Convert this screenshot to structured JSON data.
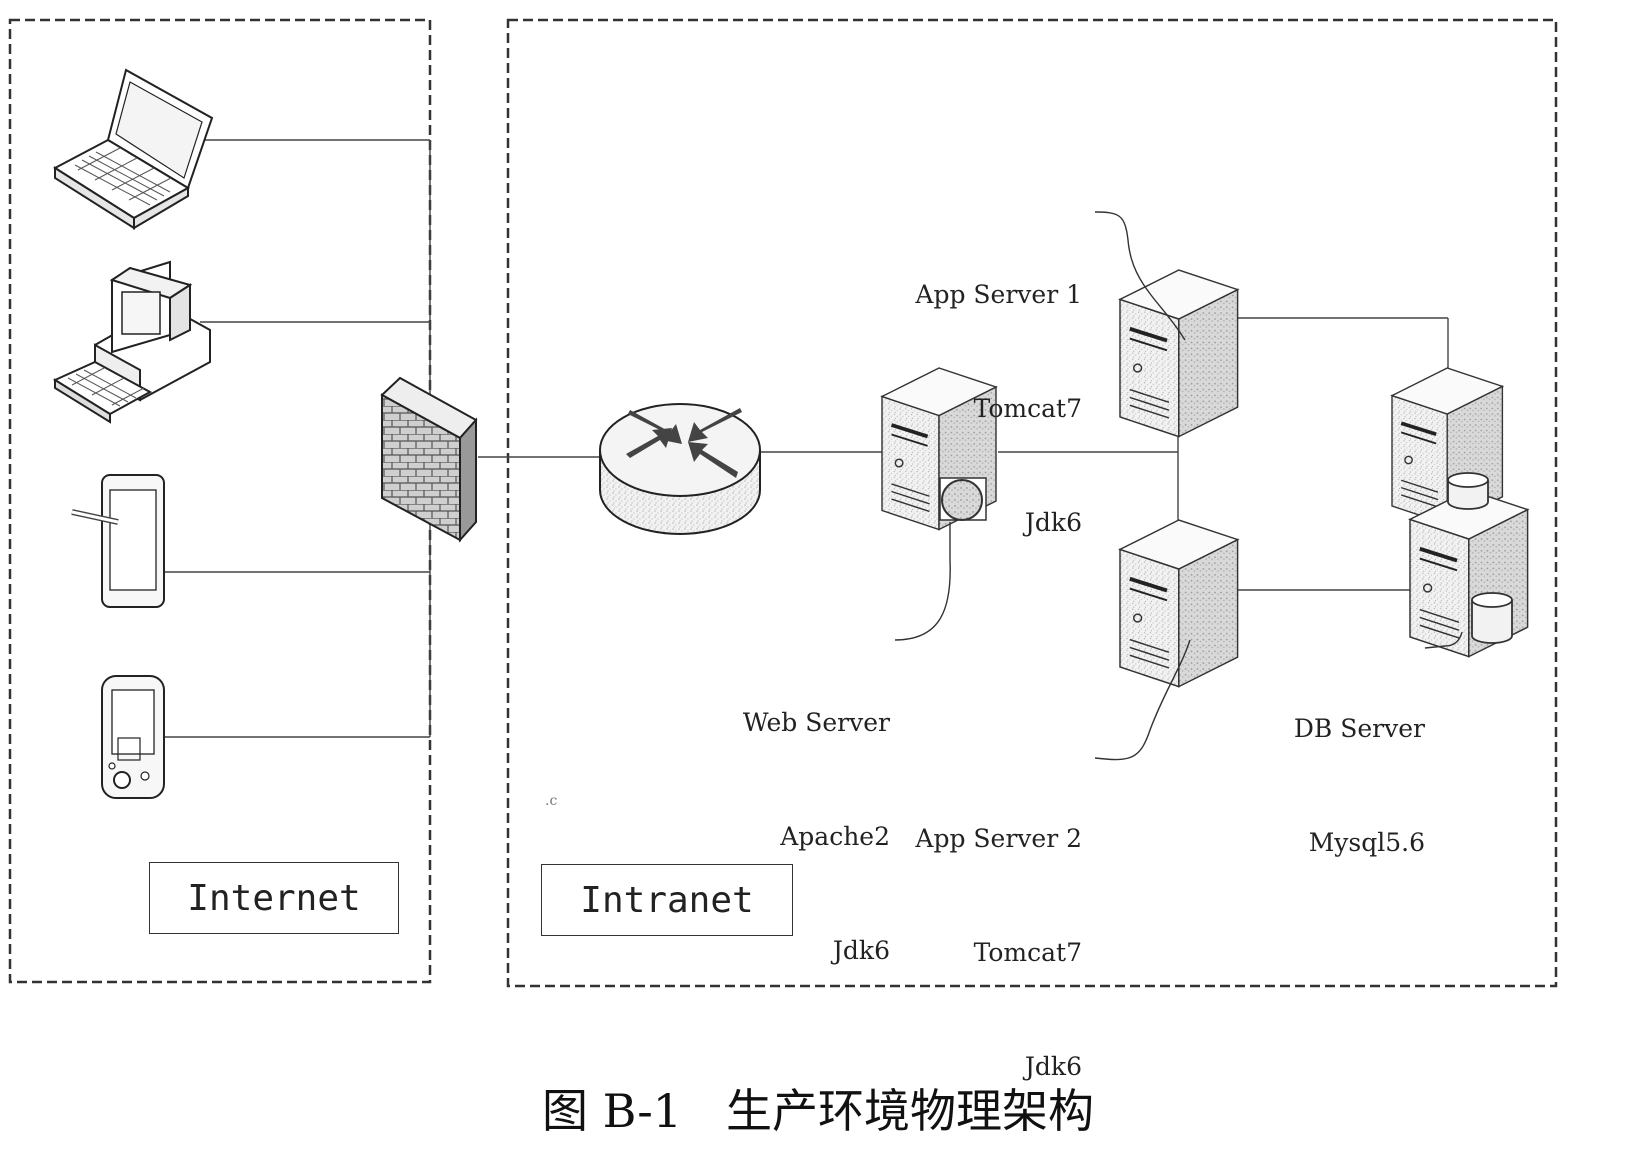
{
  "zones": {
    "internet_label": "Internet",
    "intranet_label": "Intranet"
  },
  "servers": {
    "app1": [
      "App Server 1",
      "Tomcat7",
      "Jdk6"
    ],
    "app2": [
      "App Server 2",
      "Tomcat7",
      "Jdk6"
    ],
    "web": [
      "Web Server",
      "Apache2",
      "Jdk6"
    ],
    "db": [
      "DB Server",
      "Mysql5.6"
    ]
  },
  "caption": {
    "figure_number": "图 B-1",
    "title": "生产环境物理架构"
  },
  "icons": [
    "laptop-icon",
    "desktop-computer-icon",
    "tablet-icon",
    "pda-icon",
    "firewall-icon",
    "router-icon",
    "web-server-icon",
    "app-server-icon",
    "db-server-icon",
    "database-icon"
  ]
}
